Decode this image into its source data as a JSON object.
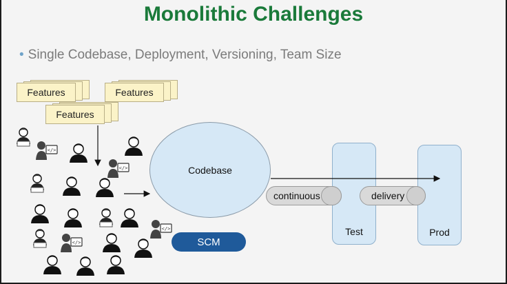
{
  "slide": {
    "title": "Monolithic Challenges",
    "bullet": "Single Codebase, Deployment, Versioning, Team Size"
  },
  "features": [
    "Features",
    "Features",
    "Features"
  ],
  "diagram": {
    "codebase": "Codebase",
    "scm": "SCM",
    "test": "Test",
    "prod": "Prod",
    "continuous": "continuous",
    "delivery": "delivery"
  },
  "colors": {
    "title": "#1a7a3a",
    "codebase_fill": "#d6e8f6",
    "scm_fill": "#1f5a9a",
    "feature_fill": "#fbf3c8"
  },
  "icons": [
    "developer-laptop-icon",
    "coder-icon",
    "person-icon",
    "person-icon",
    "coder-icon",
    "developer-laptop-icon",
    "person-icon",
    "person-icon",
    "person-icon",
    "person-icon",
    "developer-laptop-icon",
    "person-icon",
    "coder-icon",
    "developer-laptop-icon",
    "coder-icon",
    "person-icon",
    "person-icon",
    "person-icon",
    "person-icon",
    "person-icon"
  ]
}
